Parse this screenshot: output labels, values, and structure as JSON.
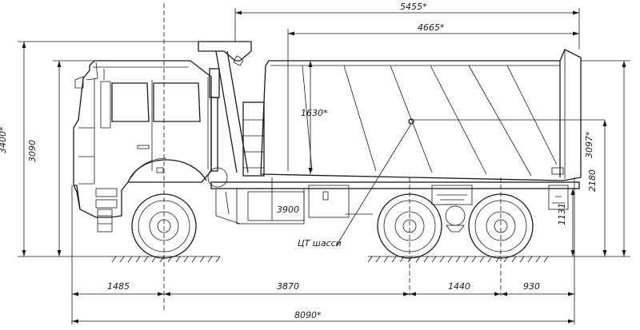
{
  "dimensions": {
    "total_height_cab": "3400*",
    "cab_height": "3090",
    "body_height": "3097*",
    "platform_height": "2180",
    "frame_height": "1131",
    "body_side": "1630*",
    "wheelbase_front_to_tank": "3900",
    "front_overhang": "1485",
    "wheelbase": "3870",
    "rear_axle_spacing": "1440",
    "rear_overhang": "930",
    "total_length": "8090*",
    "length_5455": "5455*",
    "length_4665": "4665*"
  },
  "labels": {
    "center_of_gravity": "ЦТ шасси"
  }
}
